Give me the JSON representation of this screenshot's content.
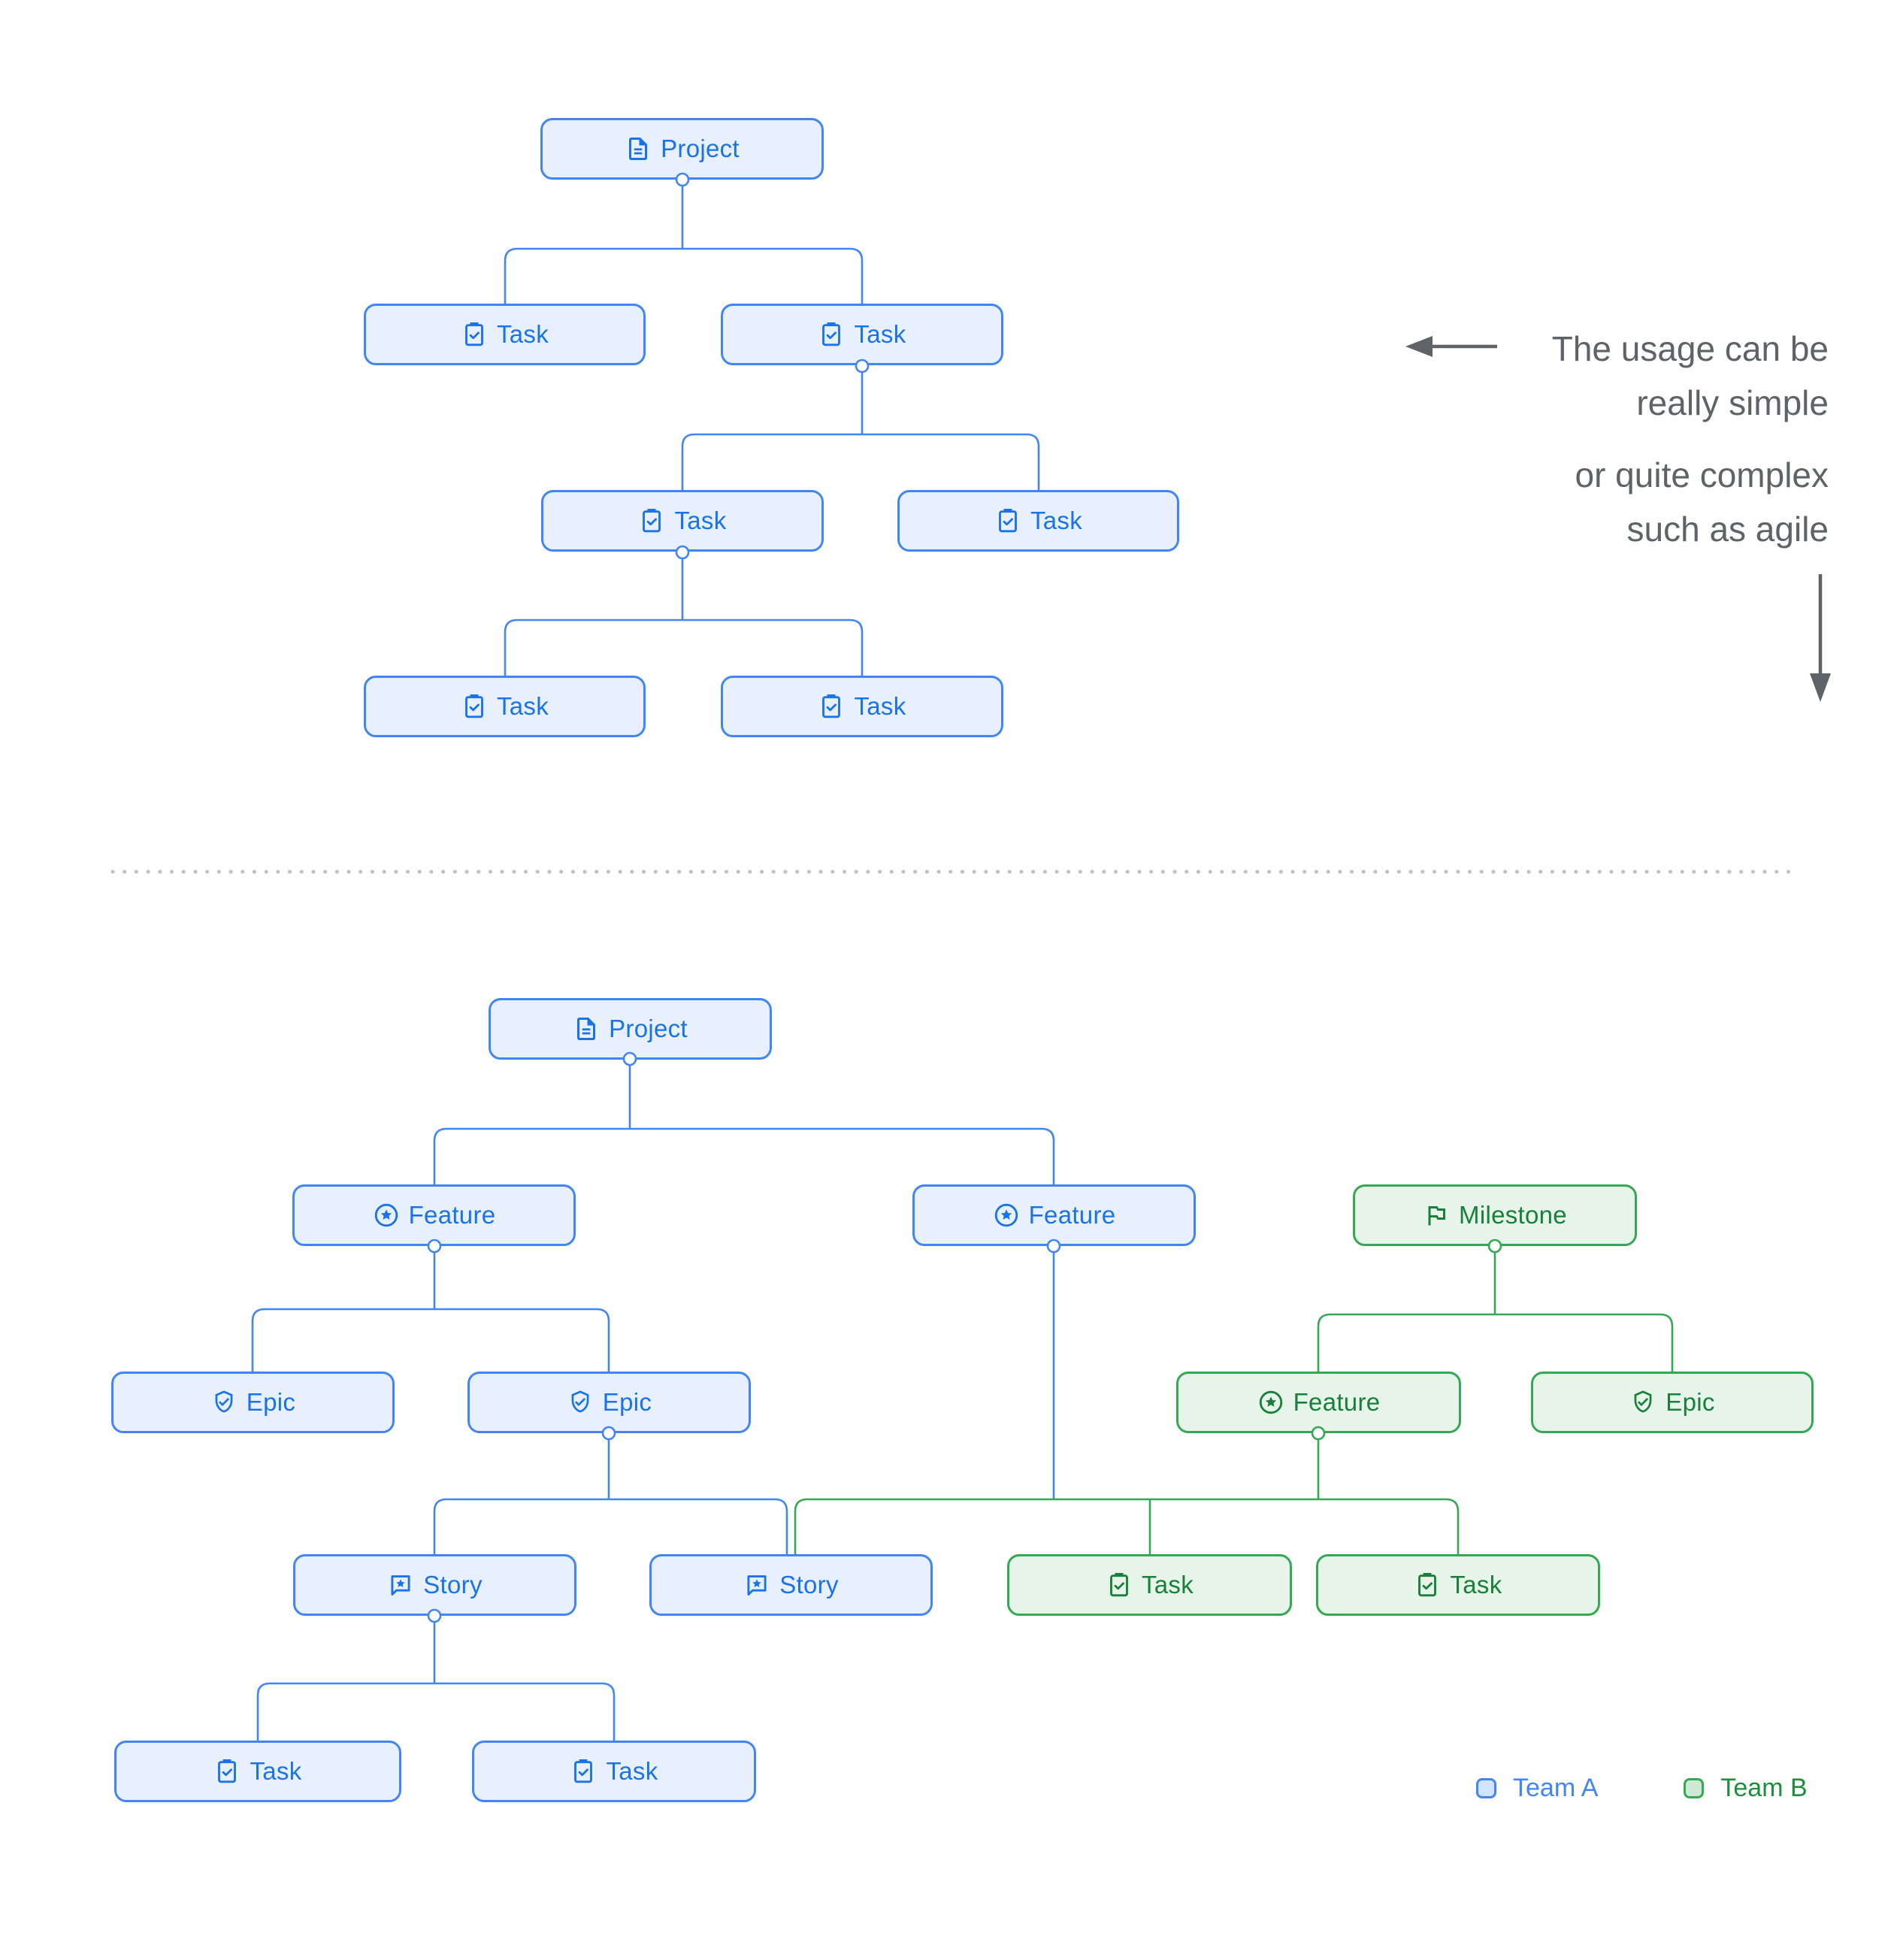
{
  "diagram1": {
    "name": "simple-usage-tree",
    "nodes": [
      {
        "label": "Project",
        "icon": "project",
        "team": "A"
      },
      {
        "label": "Task",
        "icon": "task",
        "team": "A"
      },
      {
        "label": "Task",
        "icon": "task",
        "team": "A"
      },
      {
        "label": "Task",
        "icon": "task",
        "team": "A"
      },
      {
        "label": "Task",
        "icon": "task",
        "team": "A"
      },
      {
        "label": "Task",
        "icon": "task",
        "team": "A"
      },
      {
        "label": "Task",
        "icon": "task",
        "team": "A"
      }
    ]
  },
  "diagram2": {
    "name": "complex-agile-tree",
    "nodes": [
      {
        "label": "Project",
        "icon": "project",
        "team": "A"
      },
      {
        "label": "Feature",
        "icon": "feature",
        "team": "A"
      },
      {
        "label": "Feature",
        "icon": "feature",
        "team": "A"
      },
      {
        "label": "Milestone",
        "icon": "milestone",
        "team": "B"
      },
      {
        "label": "Epic",
        "icon": "epic",
        "team": "A"
      },
      {
        "label": "Epic",
        "icon": "epic",
        "team": "A"
      },
      {
        "label": "Feature",
        "icon": "feature",
        "team": "B"
      },
      {
        "label": "Epic",
        "icon": "epic",
        "team": "B"
      },
      {
        "label": "Story",
        "icon": "story",
        "team": "A"
      },
      {
        "label": "Story",
        "icon": "story",
        "team": "A"
      },
      {
        "label": "Task",
        "icon": "task",
        "team": "B"
      },
      {
        "label": "Task",
        "icon": "task",
        "team": "B"
      },
      {
        "label": "Task",
        "icon": "task",
        "team": "A"
      },
      {
        "label": "Task",
        "icon": "task",
        "team": "A"
      }
    ]
  },
  "annotations": {
    "simple_note": {
      "line1": "The usage can be",
      "line2": "really simple"
    },
    "complex_note": {
      "line1": "or quite complex",
      "line2": "such as agile"
    }
  },
  "legend": {
    "team_a": {
      "label": "Team A"
    },
    "team_b": {
      "label": "Team B"
    }
  },
  "icons": {
    "project": "document-icon",
    "task": "task-check-icon",
    "feature": "feature-star-icon",
    "epic": "epic-shield-icon",
    "story": "story-comment-icon",
    "milestone": "milestone-flag-icon"
  },
  "colors": {
    "team_a_fill": "#e8f0fe",
    "team_a_border": "#4285f4",
    "team_a_text": "#1a73e8",
    "team_b_fill": "#e6f4ea",
    "team_b_border": "#34a853",
    "team_b_text": "#188038",
    "annotation_text": "#5f6368",
    "divider": "#bdc1c6",
    "legend_a_fill": "#d2e3fc",
    "legend_a_text": "#4285f4",
    "legend_b_fill": "#ceead6",
    "legend_b_text": "#1e8e3e"
  }
}
